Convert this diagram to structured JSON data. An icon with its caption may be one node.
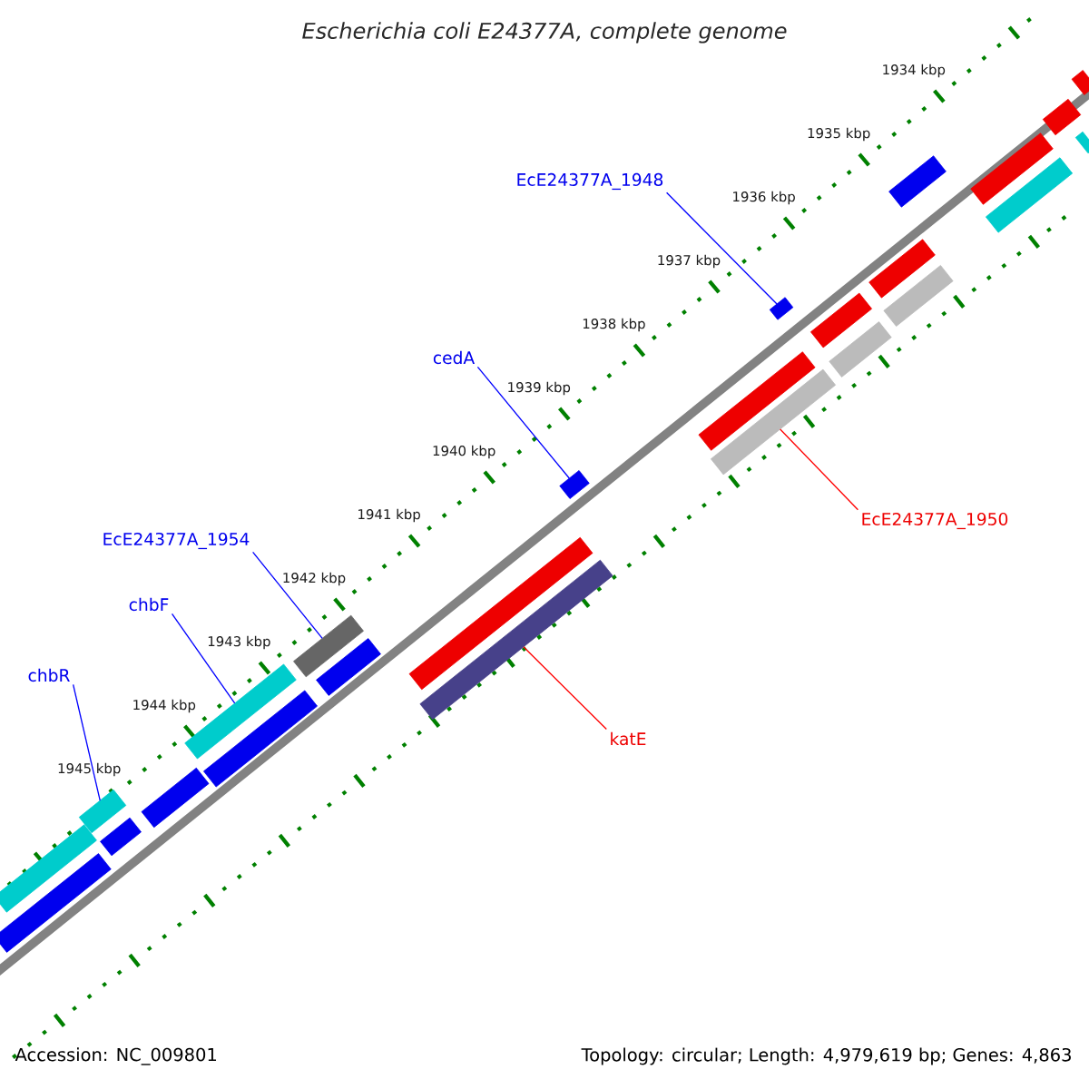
{
  "diagram": {
    "title": "Escherichia coli E24377A, complete genome",
    "nodes": [
      {
        "text": [
          "EcE24377A_1948"
        ]
      },
      {
        "text": [
          "cedA"
        ]
      },
      {
        "text": [
          "EcE24377A_1950"
        ]
      },
      {
        "text": [
          "EcE24377A_1954"
        ]
      },
      {
        "text": [
          "chbF"
        ]
      },
      {
        "text": [
          "chbR"
        ]
      },
      {
        "text": [
          "katE"
        ]
      },
      {
        "text": [],
        "shape": "bar"
      },
      {
        "text": [],
        "shape": "bar"
      },
      {
        "text": [],
        "shape": "bar"
      },
      {
        "text": [],
        "shape": "bar"
      },
      {
        "text": [],
        "shape": "bar"
      },
      {
        "text": [],
        "shape": "bar"
      },
      {
        "text": [],
        "shape": "bar"
      },
      {
        "text": [],
        "shape": "bar"
      },
      {
        "text": [],
        "shape": "bar"
      },
      {
        "text": [],
        "shape": "bar"
      },
      {
        "text": [],
        "shape": "bar"
      },
      {
        "text": [],
        "shape": "bar"
      },
      {
        "text": [],
        "shape": "bar"
      },
      {
        "text": [],
        "shape": "bar"
      },
      {
        "text": [],
        "shape": "bar"
      },
      {
        "text": [],
        "shape": "bar"
      },
      {
        "text": [],
        "shape": "bar"
      },
      {
        "text": [],
        "shape": "bar"
      },
      {
        "text": [],
        "shape": "bar"
      },
      {
        "text": [],
        "shape": "bar"
      },
      {
        "text": [],
        "shape": "bar"
      },
      {
        "text": [],
        "shape": "bar"
      },
      {
        "text": [],
        "shape": "bar"
      },
      {
        "text": [],
        "shape": "bar"
      },
      {
        "text": [],
        "shape": "bar"
      }
    ],
    "edges": [
      {
        "from": 0,
        "to": 21,
        "arrow": "none"
      },
      {
        "from": 1,
        "to": 18,
        "arrow": "none"
      },
      {
        "from": 2,
        "to": 20,
        "arrow": "none",
        "color": "#ff0000"
      },
      {
        "from": 3,
        "to": 14,
        "arrow": "none"
      },
      {
        "from": 4,
        "to": 12,
        "arrow": "none"
      },
      {
        "from": 5,
        "to": 9,
        "arrow": "none"
      },
      {
        "from": 6,
        "to": 17,
        "arrow": "none",
        "color": "#ff0000"
      }
    ],
    "labels": [
      "1934 kbp",
      "1935 kbp",
      "1936 kbp",
      "1937 kbp",
      "1938 kbp",
      "1939 kbp",
      "1940 kbp",
      "1941 kbp",
      "1942 kbp",
      "1943 kbp",
      "1944 kbp",
      "1945 kbp",
      "Accession: NC_009801",
      "Topology: circular; Length: 4,979,619 bp; Genes: 4,863"
    ]
  }
}
